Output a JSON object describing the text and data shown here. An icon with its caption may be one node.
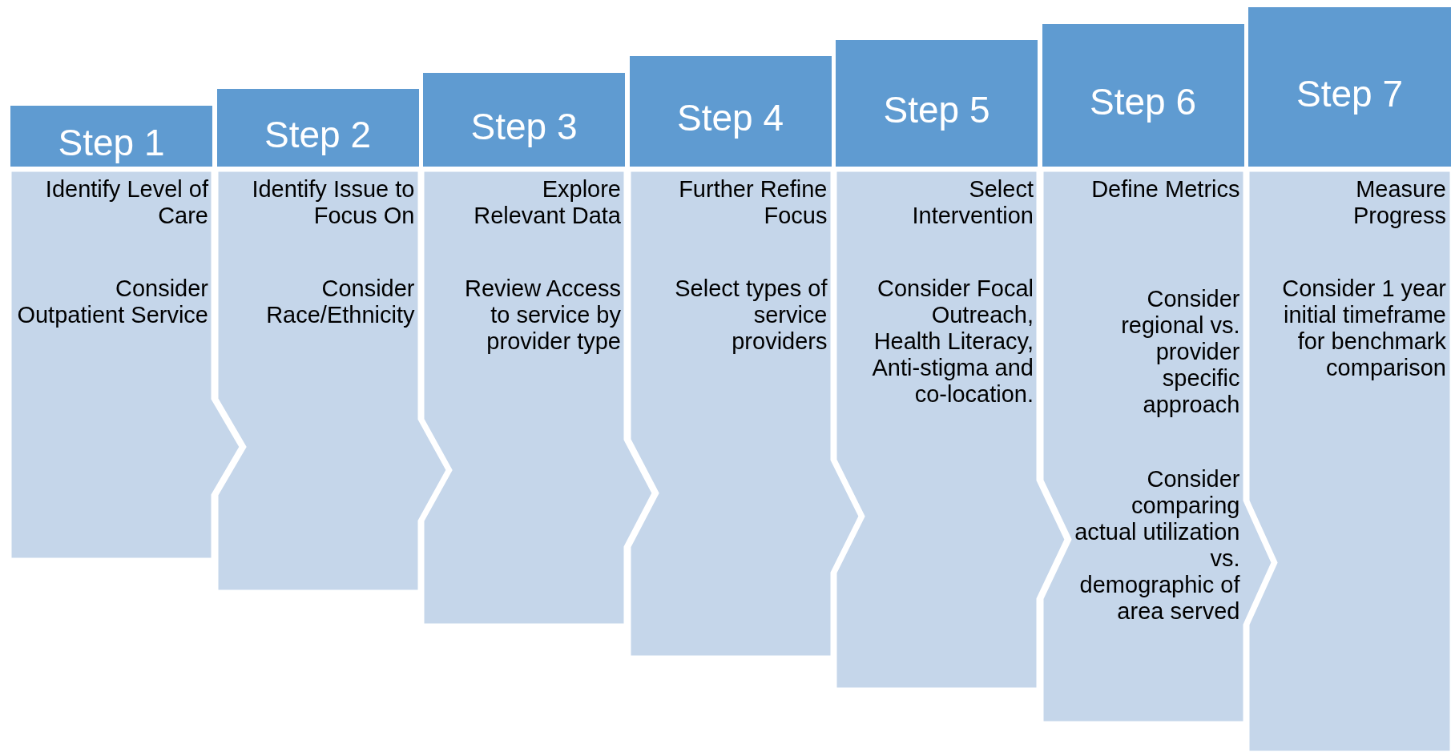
{
  "diagram": {
    "nodes": [
      {
        "text": [
          "Step 1",
          "Identify Level of Care",
          "Consider Outpatient Service"
        ]
      },
      {
        "text": [
          "Step 2",
          "Identify Issue to Focus On",
          "Consider Race/Ethnicity"
        ]
      },
      {
        "text": [
          "Step 3",
          "Explore Relevant Data",
          "Review Access to service by provider type"
        ]
      },
      {
        "text": [
          "Step 4",
          "Further Refine Focus",
          "Select types of service providers"
        ]
      },
      {
        "text": [
          "Step 5",
          "Select Intervention",
          "Consider Focal Outreach, Health Literacy, Anti-stigma and co-location."
        ]
      },
      {
        "text": [
          "Step 6",
          "Define Metrics",
          "Consider regional vs. provider specific approach",
          "Consider comparing actual utilization vs. demographic of area served"
        ]
      },
      {
        "text": [
          "Step 7",
          "Measure Progress",
          "Consider 1 year initial timeframe for benchmark comparison"
        ]
      }
    ]
  }
}
